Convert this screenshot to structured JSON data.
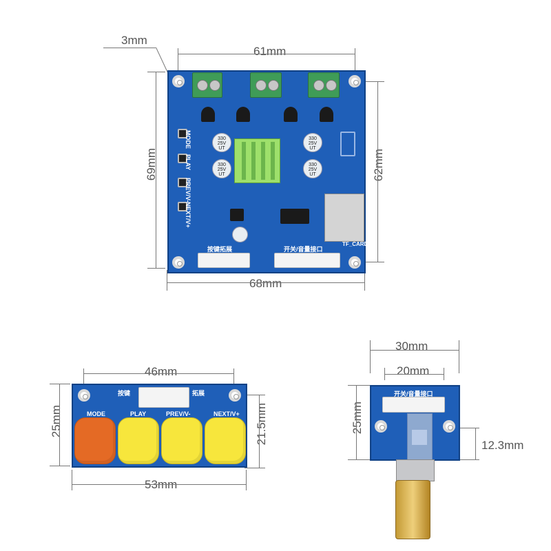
{
  "top_module": {
    "dimensions": {
      "hole_offset": "3mm",
      "terminal_span": "61mm",
      "height": "69mm",
      "inner_height": "62mm",
      "width": "68mm"
    },
    "silkscreen": {
      "mode": "MODE",
      "play": "PLAY",
      "prev": "PREV/V-",
      "next": "NEXT/V+",
      "expansion": "按键拓展",
      "interface": "开关/音量接口",
      "tf_card": "TF_CARD",
      "cap_label": "330 25V UT"
    }
  },
  "button_module": {
    "dimensions": {
      "pin_span": "46mm",
      "height": "25mm",
      "inner_height": "21.5mm",
      "width": "53mm"
    },
    "silkscreen": {
      "top_left": "按键",
      "top_right": "拓展",
      "mode": "MODE",
      "play": "PLAY",
      "prev": "PREV/V-",
      "next": "NEXT/V+"
    },
    "button_colors": [
      "#e46a25",
      "#f7e63c",
      "#f7e63c",
      "#f7e63c"
    ]
  },
  "volume_module": {
    "dimensions": {
      "width": "30mm",
      "pin_span": "20mm",
      "height": "25mm",
      "pot_offset": "12.3mm"
    },
    "silkscreen": {
      "interface": "开关/音量接口"
    }
  }
}
